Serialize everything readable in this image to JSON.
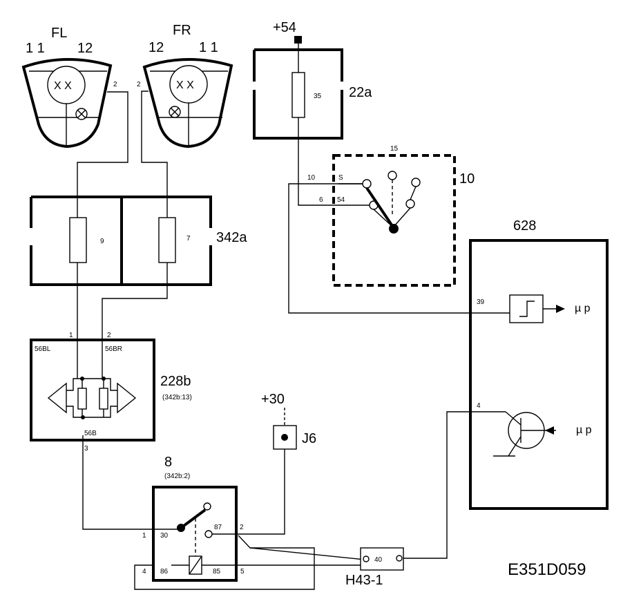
{
  "diagram": {
    "lamps": {
      "fl": {
        "label": "FL",
        "pin_left": "1 1",
        "pin_right": "12",
        "bulb": "X X",
        "wire_pin": "2"
      },
      "fr": {
        "label": "FR",
        "pin_left": "12",
        "pin_right": "1 1",
        "bulb": "X X",
        "wire_pin": "2"
      }
    },
    "supply_54": "+54",
    "supply_30": "+30",
    "fuse_box_22a": {
      "label": "22a",
      "fuse": "35"
    },
    "switch_10": {
      "label": "10",
      "top_pin": "15",
      "pin_a_num": "10",
      "pin_a_name": "S",
      "pin_b_num": "6",
      "pin_b_name": "54"
    },
    "fuse_box_342a": {
      "label": "342a",
      "fuse_left": "9",
      "fuse_right": "7"
    },
    "module_628": {
      "label": "628",
      "pin_in": "39",
      "pin_out": "4",
      "mu_out": "µ p",
      "mu_in": "µ p"
    },
    "module_228b": {
      "label": "228b",
      "ref": "(342b:13)",
      "pin_1": "1",
      "pin_2": "2",
      "name_1": "56BL",
      "name_2": "56BR",
      "name_3": "56B",
      "pin_3": "3"
    },
    "junction_j6": {
      "label": "J6"
    },
    "relay_8": {
      "label": "8",
      "ref": "(342b:2)",
      "pin_1": "1",
      "pin_30": "30",
      "pin_87": "87",
      "pin_2": "2",
      "pin_4": "4",
      "pin_86": "86",
      "pin_85": "85",
      "pin_5": "5"
    },
    "connector_h43": {
      "label": "H43-1",
      "pin": "40"
    },
    "diagram_id": "E351D059"
  }
}
